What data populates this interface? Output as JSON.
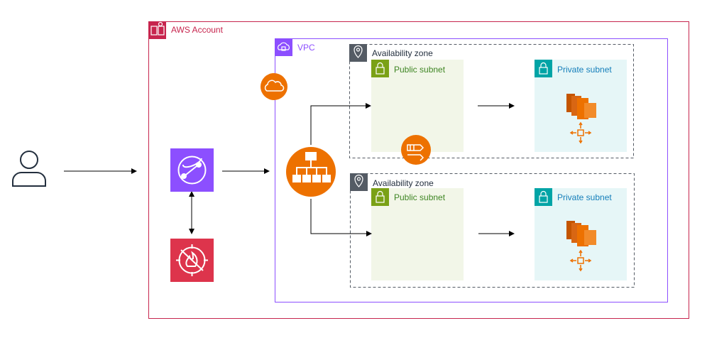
{
  "account": {
    "label": "AWS Account",
    "color": "#C7254E"
  },
  "vpc": {
    "label": "VPC",
    "color": "#8C4FFF"
  },
  "zones": [
    {
      "label": "Availability zone",
      "public_subnet": {
        "label": "Public subnet",
        "color": "#7AA116"
      },
      "private_subnet": {
        "label": "Private subnet",
        "color": "#00A4A6"
      }
    },
    {
      "label": "Availability zone",
      "public_subnet": {
        "label": "Public subnet",
        "color": "#7AA116"
      },
      "private_subnet": {
        "label": "Private subnet",
        "color": "#00A4A6"
      }
    }
  ],
  "icons": {
    "user": "user-icon",
    "cloudfront": "cloudfront-icon",
    "waf": "waf-firewall-icon",
    "internet_gateway": "internet-gateway-icon",
    "load_balancer": "application-load-balancer-icon",
    "nat_gateway": "nat-gateway-icon",
    "ec2": "ec2-instances-icon",
    "auto_scaling": "auto-scaling-icon"
  },
  "colors": {
    "purple_service": "#8C4FFF",
    "red_service": "#DD344C",
    "orange_service": "#ED7100",
    "public_fill": "#F2F6E8",
    "private_fill": "#E6F6F7"
  }
}
